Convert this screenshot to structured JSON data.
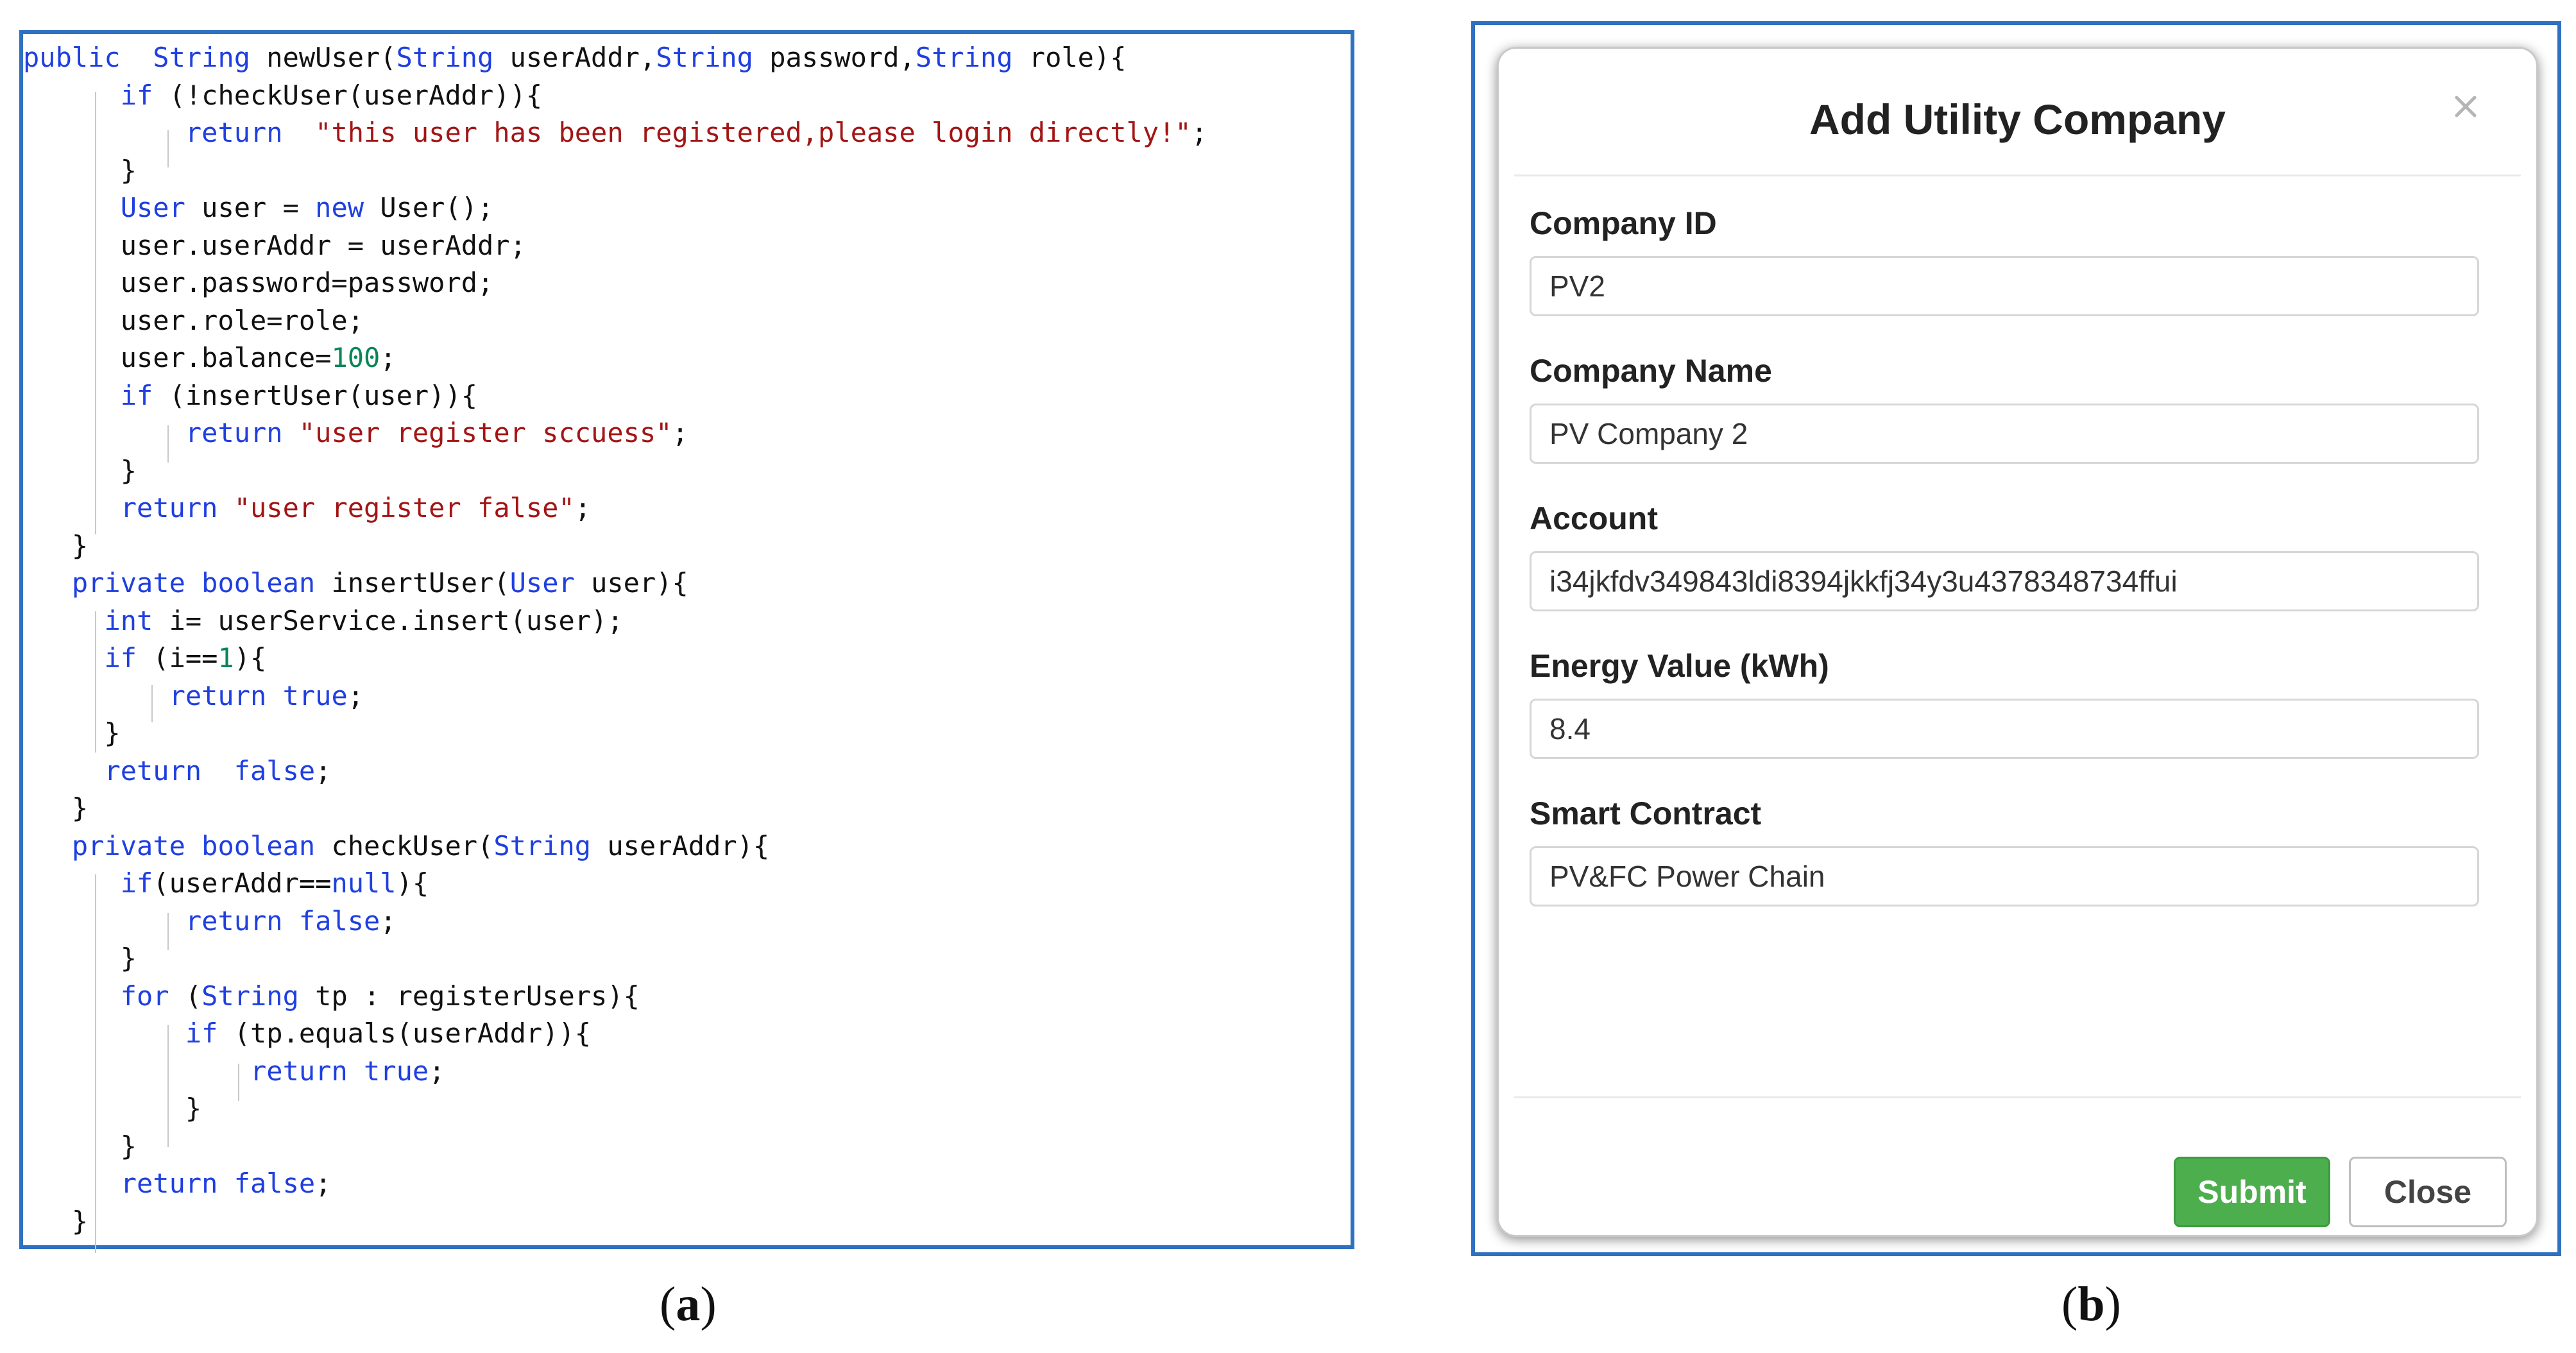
{
  "code_panel": {
    "lines": [
      [
        [
          "kw",
          "public"
        ],
        [
          "pl",
          "  "
        ],
        [
          "kw",
          "String"
        ],
        [
          "pl",
          " newUser("
        ],
        [
          "kw",
          "String"
        ],
        [
          "pl",
          " userAddr,"
        ],
        [
          "kw",
          "String"
        ],
        [
          "pl",
          " password,"
        ],
        [
          "kw",
          "String"
        ],
        [
          "pl",
          " role){"
        ]
      ],
      [
        [
          "pl",
          "      "
        ],
        [
          "kw",
          "if"
        ],
        [
          "pl",
          " (!checkUser(userAddr)){"
        ]
      ],
      [
        [
          "pl",
          "          "
        ],
        [
          "kw",
          "return"
        ],
        [
          "pl",
          "  "
        ],
        [
          "str",
          "\"this user has been registered,please login directly!\""
        ],
        [
          "pl",
          ";"
        ]
      ],
      [
        [
          "pl",
          "      }"
        ]
      ],
      [
        [
          "pl",
          "      "
        ],
        [
          "kw",
          "User"
        ],
        [
          "pl",
          " user = "
        ],
        [
          "kw",
          "new"
        ],
        [
          "pl",
          " User();"
        ]
      ],
      [
        [
          "pl",
          "      user.userAddr = userAddr;"
        ]
      ],
      [
        [
          "pl",
          "      user.password=password;"
        ]
      ],
      [
        [
          "pl",
          "      user.role=role;"
        ]
      ],
      [
        [
          "pl",
          "      user.balance="
        ],
        [
          "num",
          "100"
        ],
        [
          "pl",
          ";"
        ]
      ],
      [
        [
          "pl",
          "      "
        ],
        [
          "kw",
          "if"
        ],
        [
          "pl",
          " (insertUser(user)){"
        ]
      ],
      [
        [
          "pl",
          "          "
        ],
        [
          "kw",
          "return"
        ],
        [
          "pl",
          " "
        ],
        [
          "str",
          "\"user register sccuess\""
        ],
        [
          "pl",
          ";"
        ]
      ],
      [
        [
          "pl",
          "      }"
        ]
      ],
      [
        [
          "pl",
          "      "
        ],
        [
          "kw",
          "return"
        ],
        [
          "pl",
          " "
        ],
        [
          "str",
          "\"user register false\""
        ],
        [
          "pl",
          ";"
        ]
      ],
      [
        [
          "pl",
          "   }"
        ]
      ],
      [
        [
          "pl",
          "   "
        ],
        [
          "kw",
          "private"
        ],
        [
          "pl",
          " "
        ],
        [
          "kw",
          "boolean"
        ],
        [
          "pl",
          " insertUser("
        ],
        [
          "kw",
          "User"
        ],
        [
          "pl",
          " user){"
        ]
      ],
      [
        [
          "pl",
          "     "
        ],
        [
          "kw",
          "int"
        ],
        [
          "pl",
          " i= userService.insert(user);"
        ]
      ],
      [
        [
          "pl",
          "     "
        ],
        [
          "kw",
          "if"
        ],
        [
          "pl",
          " (i=="
        ],
        [
          "num",
          "1"
        ],
        [
          "pl",
          "){"
        ]
      ],
      [
        [
          "pl",
          "         "
        ],
        [
          "kw",
          "return"
        ],
        [
          "pl",
          " "
        ],
        [
          "kw",
          "true"
        ],
        [
          "pl",
          ";"
        ]
      ],
      [
        [
          "pl",
          "     }"
        ]
      ],
      [
        [
          "pl",
          "     "
        ],
        [
          "kw",
          "return"
        ],
        [
          "pl",
          "  "
        ],
        [
          "kw",
          "false"
        ],
        [
          "pl",
          ";"
        ]
      ],
      [
        [
          "pl",
          "   }"
        ]
      ],
      [
        [
          "pl",
          "   "
        ],
        [
          "kw",
          "private"
        ],
        [
          "pl",
          " "
        ],
        [
          "kw",
          "boolean"
        ],
        [
          "pl",
          " checkUser("
        ],
        [
          "kw",
          "String"
        ],
        [
          "pl",
          " userAddr){"
        ]
      ],
      [
        [
          "pl",
          "      "
        ],
        [
          "kw",
          "if"
        ],
        [
          "pl",
          "(userAddr=="
        ],
        [
          "kw",
          "null"
        ],
        [
          "pl",
          "){"
        ]
      ],
      [
        [
          "pl",
          "          "
        ],
        [
          "kw",
          "return"
        ],
        [
          "pl",
          " "
        ],
        [
          "kw",
          "false"
        ],
        [
          "pl",
          ";"
        ]
      ],
      [
        [
          "pl",
          "      }"
        ]
      ],
      [
        [
          "pl",
          "      "
        ],
        [
          "kw",
          "for"
        ],
        [
          "pl",
          " ("
        ],
        [
          "kw",
          "String"
        ],
        [
          "pl",
          " tp : registerUsers){"
        ]
      ],
      [
        [
          "pl",
          "          "
        ],
        [
          "kw",
          "if"
        ],
        [
          "pl",
          " (tp.equals(userAddr)){"
        ]
      ],
      [
        [
          "pl",
          "              "
        ],
        [
          "kw",
          "return"
        ],
        [
          "pl",
          " "
        ],
        [
          "kw",
          "true"
        ],
        [
          "pl",
          ";"
        ]
      ],
      [
        [
          "pl",
          "          }"
        ]
      ],
      [
        [
          "pl",
          "      }"
        ]
      ],
      [
        [
          "pl",
          "      "
        ],
        [
          "kw",
          "return"
        ],
        [
          "pl",
          " "
        ],
        [
          "kw",
          "false"
        ],
        [
          "pl",
          ";"
        ]
      ],
      [
        [
          "pl",
          "   }"
        ]
      ]
    ]
  },
  "dialog": {
    "title": "Add Utility Company",
    "close_icon": "close-icon",
    "fields": [
      {
        "label": "Company ID",
        "value": "PV2"
      },
      {
        "label": "Company Name",
        "value": "PV Company 2"
      },
      {
        "label": "Account",
        "value": "i34jkfdv349843ldi8394jkkfj34y3u4378348734ffui"
      },
      {
        "label": "Energy Value (kWh)",
        "value": "8.4"
      },
      {
        "label": "Smart Contract",
        "value": "PV&FC Power Chain"
      }
    ],
    "submit_label": "Submit",
    "close_label": "Close",
    "colors": {
      "submit_bg": "#4cae4c",
      "frame_border": "#2f71c1"
    }
  },
  "captions": {
    "a": [
      "(",
      "a",
      ")"
    ],
    "b": [
      "(",
      "b",
      ")"
    ]
  }
}
